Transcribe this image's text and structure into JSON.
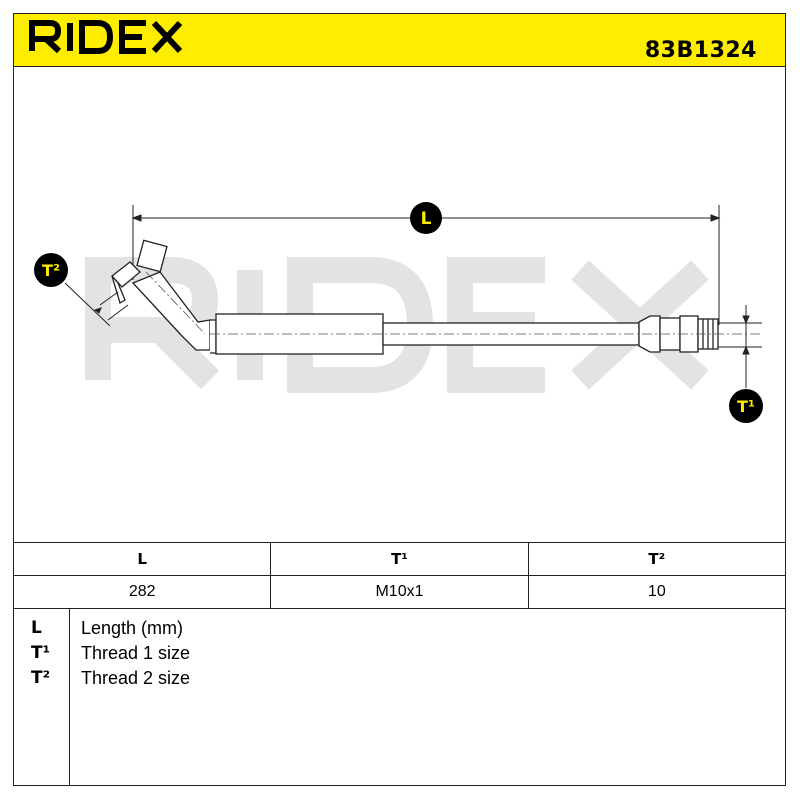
{
  "header": {
    "brand": "RIDEX",
    "part_number": "83B1324",
    "accent_color": "#ffed00"
  },
  "drawing": {
    "watermark": "RIDEX",
    "label_length": "L",
    "label_thread1": "T¹",
    "label_thread2": "T²"
  },
  "table": {
    "headers": [
      "L",
      "T¹",
      "T²"
    ],
    "values": [
      "282",
      "M10x1",
      "10"
    ]
  },
  "legend": [
    {
      "key": "L",
      "text": "Length (mm)"
    },
    {
      "key": "T¹",
      "text": "Thread 1 size"
    },
    {
      "key": "T²",
      "text": "Thread 2 size"
    }
  ]
}
